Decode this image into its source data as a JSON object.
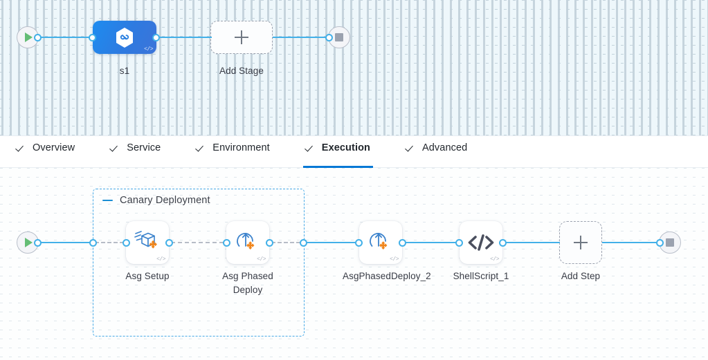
{
  "pipeline_canvas": {
    "start_node": {
      "name": "start-node",
      "icon": "play-icon"
    },
    "end_node": {
      "name": "end-node",
      "icon": "stop-icon"
    },
    "stages": [
      {
        "id": "s1",
        "label": "s1",
        "icon": "harness-hexagon-icon",
        "badge": "</>"
      }
    ],
    "add_stage": {
      "label": "Add Stage",
      "icon": "plus-icon"
    }
  },
  "tabs": {
    "items": [
      {
        "label": "Overview",
        "icon": "check-icon",
        "active": false
      },
      {
        "label": "Service",
        "icon": "check-icon",
        "active": false
      },
      {
        "label": "Environment",
        "icon": "check-icon",
        "active": false
      },
      {
        "label": "Execution",
        "icon": "check-icon",
        "active": true
      },
      {
        "label": "Advanced",
        "icon": "check-icon",
        "active": false
      }
    ],
    "active_label": "Execution",
    "active_underline_color": "#0278d5"
  },
  "execution_canvas": {
    "start_node": {
      "name": "execution-start-node",
      "icon": "play-icon"
    },
    "end_node": {
      "name": "execution-end-node",
      "icon": "stop-icon"
    },
    "group": {
      "title": "Canary Deployment",
      "collapse_icon": "minus-icon",
      "border_color": "#46a9e6"
    },
    "steps": [
      {
        "id": "asg-setup",
        "label": "Asg Setup",
        "icon": "asg-setup-icon",
        "badge": "</>",
        "in_group": true
      },
      {
        "id": "asg-phased-deploy",
        "label": "Asg Phased Deploy",
        "icon": "asg-phased-deploy-icon",
        "badge": "</>",
        "in_group": true
      },
      {
        "id": "asg-phased-deploy-2",
        "label": "AsgPhasedDeploy_2",
        "icon": "asg-phased-deploy-icon",
        "badge": "</>",
        "in_group": false
      },
      {
        "id": "shellscript-1",
        "label": "ShellScript_1",
        "icon": "code-brackets-icon",
        "badge": "</>",
        "in_group": false
      }
    ],
    "add_step": {
      "label": "Add Step",
      "icon": "plus-icon"
    }
  },
  "colors": {
    "accent_blue": "#42b0e8",
    "primary_blue": "#0278d5",
    "aws_orange": "#f0851b",
    "top_canvas_bg": "#eef7fb",
    "bottom_canvas_bg": "#fdfefe"
  }
}
